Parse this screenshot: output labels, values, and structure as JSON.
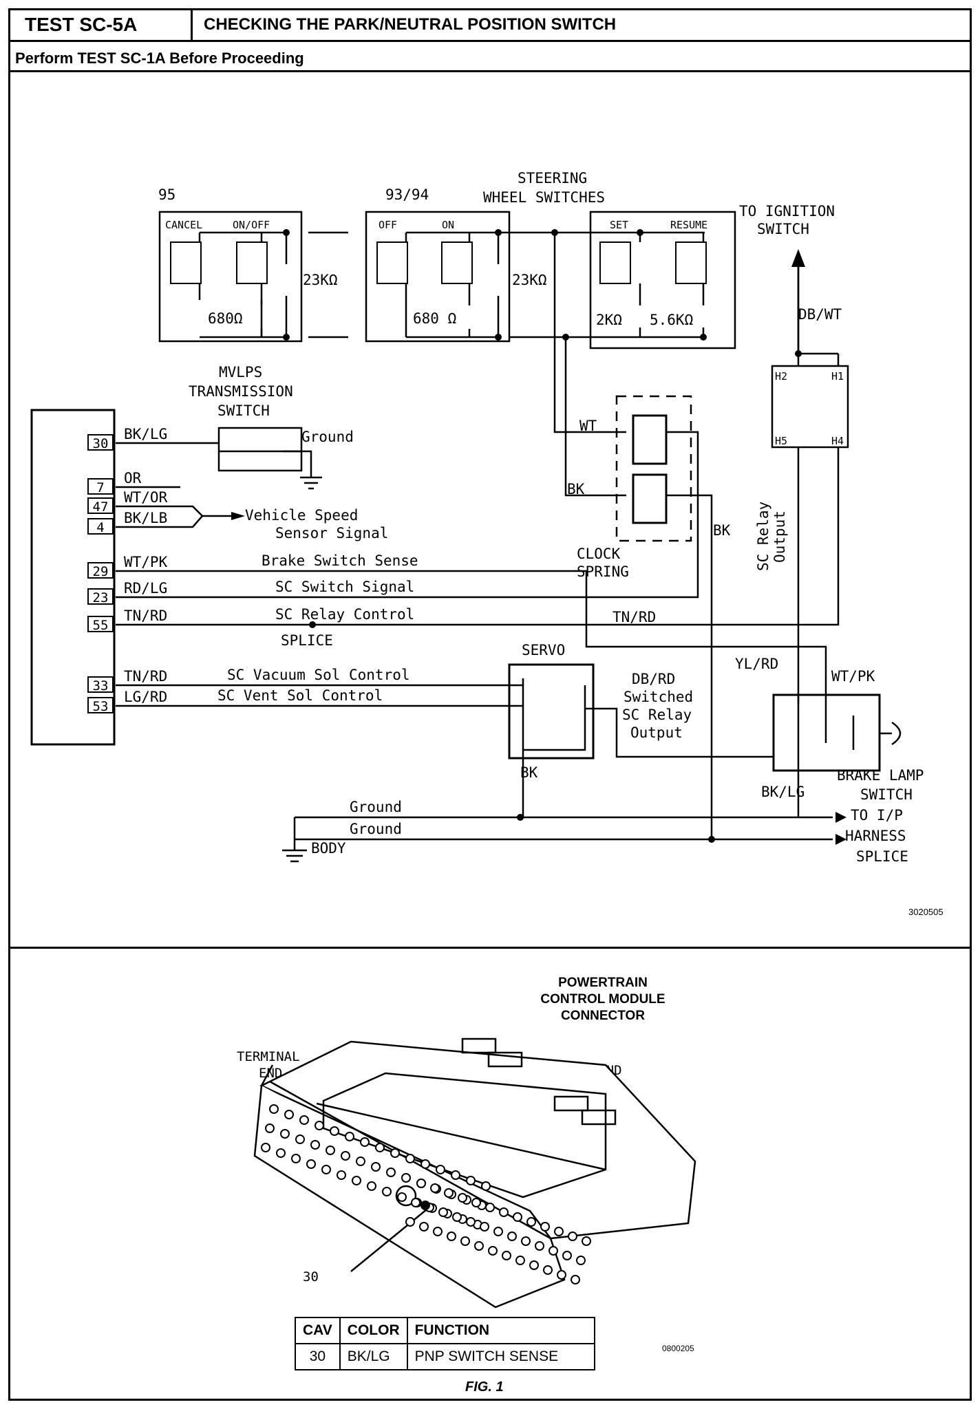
{
  "header": {
    "test_id": "TEST SC-5A",
    "title": "CHECKING THE PARK/NEUTRAL POSITION SWITCH",
    "subtitle": "Perform TEST SC-1A Before Proceeding"
  },
  "schematic": {
    "switch_95": {
      "label": "95",
      "cancel": "CANCEL",
      "onoff": "ON/OFF",
      "r1": "23KΩ",
      "r2": "680Ω"
    },
    "switch_9394": {
      "label": "93/94",
      "off": "OFF",
      "on": "ON",
      "r1": "23KΩ",
      "r2": "680 Ω"
    },
    "steering": {
      "line1": "STEERING",
      "line2": "WHEEL SWITCHES",
      "set": "SET",
      "resume": "RESUME",
      "r1": "2KΩ",
      "r2": "5.6KΩ"
    },
    "ignition": {
      "line1": "TO IGNITION",
      "line2": "SWITCH",
      "wire": "DB/WT"
    },
    "relay": {
      "h1": "H1",
      "h2": "H2",
      "h4": "H4",
      "h5": "H5",
      "out1": "SC Relay",
      "out2": "Output"
    },
    "mvlps": {
      "line1": "MVLPS",
      "line2": "TRANSMISSION",
      "line3": "SWITCH",
      "ground": "Ground"
    },
    "pins": [
      {
        "num": "30",
        "wire": "BK/LG"
      },
      {
        "num": "7",
        "wire": "OR"
      },
      {
        "num": "47",
        "wire": "WT/OR"
      },
      {
        "num": "4",
        "wire": "BK/LB"
      },
      {
        "num": "29",
        "wire": "WT/PK",
        "signal": "Brake Switch Sense"
      },
      {
        "num": "23",
        "wire": "RD/LG",
        "signal": "SC Switch Signal"
      },
      {
        "num": "55",
        "wire": "TN/RD",
        "signal": "SC Relay Control"
      },
      {
        "num": "33",
        "wire": "TN/RD",
        "signal": "SC Vacuum Sol Control"
      },
      {
        "num": "53",
        "wire": "LG/RD",
        "signal": "SC Vent Sol Control"
      }
    ],
    "vss": {
      "line1": "Vehicle Speed",
      "line2": "Sensor Signal"
    },
    "splice": "SPLICE",
    "clock_spring": {
      "line1": "CLOCK",
      "line2": "SPRING",
      "wt": "WT",
      "bk": "BK",
      "bk2": "BK"
    },
    "tn_rd": "TN/RD",
    "servo": {
      "label": "SERVO",
      "bk": "BK"
    },
    "db_rd": {
      "line1": "DB/RD",
      "line2": "Switched",
      "line3": "SC Relay",
      "line4": "Output"
    },
    "yl_rd": "YL/RD",
    "wt_pk": "WT/PK",
    "bk_lg": "BK/LG",
    "brake_lamp": {
      "line1": "BRAKE LAMP",
      "line2": "SWITCH"
    },
    "ground1": "Ground",
    "ground2": "Ground",
    "body": "BODY",
    "harness": {
      "line1": "TO I/P",
      "line2": "HARNESS",
      "line3": "SPLICE"
    },
    "fig_code": "3020505"
  },
  "connector": {
    "title1": "POWERTRAIN",
    "title2": "CONTROL MODULE",
    "title3": "CONNECTOR",
    "terminal1": "TERMINAL",
    "terminal2": "END",
    "wire_end": "WIRE END",
    "pin_callout": "30",
    "table": {
      "headers": [
        "CAV",
        "COLOR",
        "FUNCTION"
      ],
      "rows": [
        [
          "30",
          "BK/LG",
          "PNP SWITCH SENSE"
        ]
      ]
    },
    "code": "0800205",
    "caption": "FIG. 1"
  }
}
